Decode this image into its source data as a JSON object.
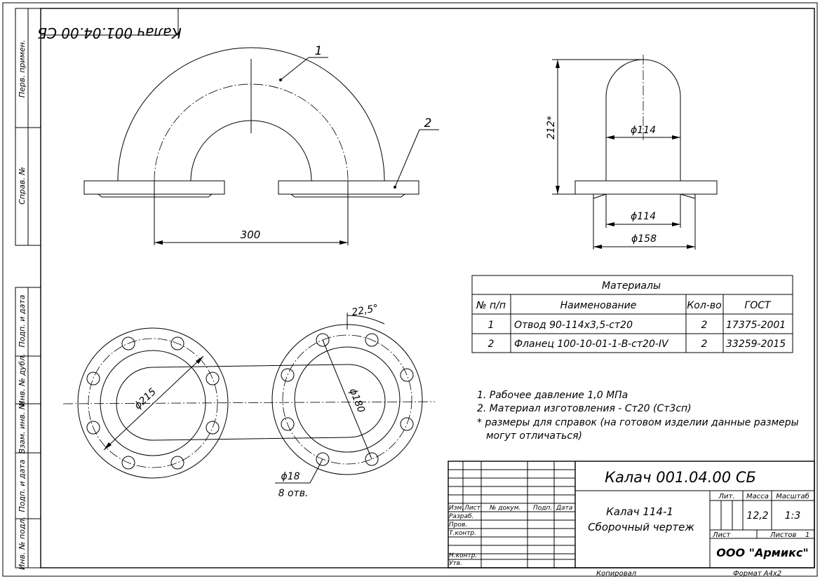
{
  "drawing": {
    "title_mirrored": "Калач 001.04.00 СБ",
    "callouts": {
      "part1": "1",
      "part2": "2"
    },
    "dims": {
      "width_300": "300",
      "height_212": "212*",
      "dia_114_top": "ϕ114",
      "dia_114_bottom": "ϕ114",
      "dia_158": "ϕ158",
      "angle": "22,5°",
      "dia_215": "ϕ215",
      "dia_180": "ϕ180",
      "hole_dia": "ϕ18",
      "hole_count": "8 отв."
    }
  },
  "side_labels": [
    "Перв. примен.",
    "Справ. №",
    "Подп. и дата",
    "Инв. № дубл.",
    "Взам. инв. №",
    "Подп. и дата",
    "Инв. № подл."
  ],
  "materials": {
    "caption": "Материалы",
    "headers": [
      "№ п/п",
      "Наименование",
      "Кол-во",
      "ГОСТ"
    ],
    "rows": [
      [
        "1",
        "Отвод 90-114х3,5-ст20",
        "2",
        "17375-2001"
      ],
      [
        "2",
        "Фланец 100-10-01-1-B-ст20-IV",
        "2",
        "33259-2015"
      ]
    ]
  },
  "notes": [
    "1. Рабочее давление 1,0 МПа",
    "2. Материал изготовления - Ст20 (Ст3сп)",
    "* размеры для справок (на готовом изделии данные размеры",
    "могут отличаться)"
  ],
  "title_block": {
    "designation": "Калач 001.04.00 СБ",
    "name_line1": "Калач 114-1",
    "name_line2": "Сборочный чертеж",
    "col_headers": [
      "Изм.",
      "Лист",
      "№ докум.",
      "Подп.",
      "Дата"
    ],
    "roles": [
      "Разраб.",
      "Пров.",
      "Т.контр.",
      "Н.контр.",
      "Утв."
    ],
    "lit_label": "Лит.",
    "mass_label": "Масса",
    "scale_label": "Масштаб",
    "mass": "12,2",
    "scale": "1:3",
    "sheet_label": "Лист",
    "sheets_label": "Листов",
    "sheets_count": "1",
    "company": "ООО \"Армикс\"",
    "copied": "Копировал",
    "format": "Формат А4х2"
  }
}
